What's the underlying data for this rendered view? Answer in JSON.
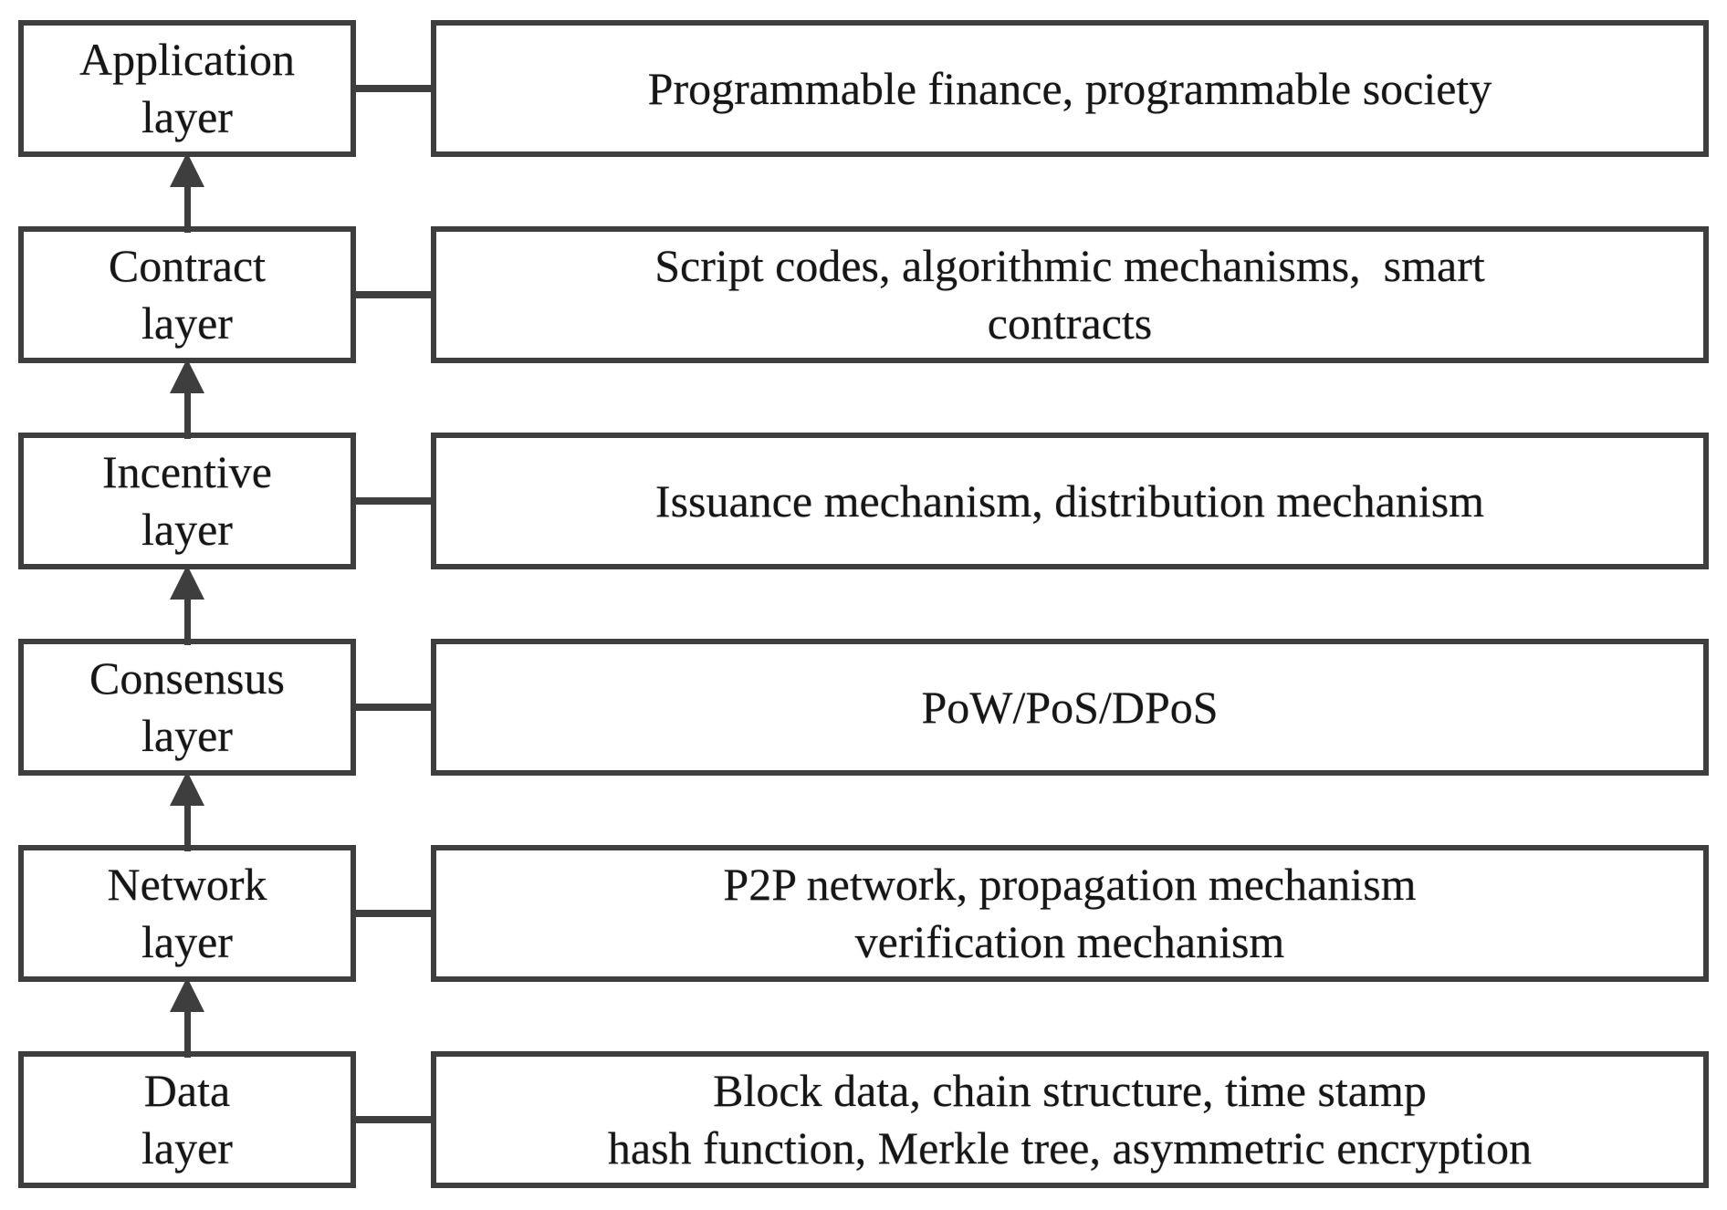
{
  "layers": [
    {
      "title_line1": "Application",
      "title_line2": "layer",
      "desc_line1": "Programmable finance, programmable society",
      "desc_line2": ""
    },
    {
      "title_line1": "Contract",
      "title_line2": "layer",
      "desc_line1": "Script codes, algorithmic mechanisms,  smart",
      "desc_line2": "contracts"
    },
    {
      "title_line1": "Incentive",
      "title_line2": "layer",
      "desc_line1": "Issuance mechanism, distribution mechanism",
      "desc_line2": ""
    },
    {
      "title_line1": "Consensus",
      "title_line2": "layer",
      "desc_line1": "PoW/PoS/DPoS",
      "desc_line2": ""
    },
    {
      "title_line1": "Network",
      "title_line2": "layer",
      "desc_line1": "P2P network, propagation mechanism",
      "desc_line2": "verification mechanism"
    },
    {
      "title_line1": "Data",
      "title_line2": "layer",
      "desc_line1": "Block data, chain structure, time stamp",
      "desc_line2": "hash function, Merkle tree, asymmetric encryption"
    }
  ],
  "arrow_color": "#3e3e3e"
}
